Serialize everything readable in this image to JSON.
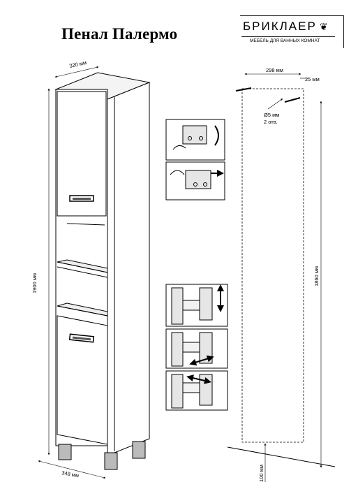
{
  "document": {
    "title": "Пенал Палермо",
    "brand": {
      "name": "БРИКЛАЕР",
      "tagline": "МЕБЕЛЬ ДЛЯ ВАННЫХ КОМНАТ"
    },
    "dimensions": {
      "depth": "320 мм",
      "width": "348 мм",
      "height": "1900 мм",
      "mount_spacing": "298 мм",
      "mount_offset": "25 мм",
      "hole_diameter": "Ø5 мм",
      "hole_count": "2 отв.",
      "mount_height": "1860 мм",
      "floor_clearance": "100 мм"
    }
  }
}
